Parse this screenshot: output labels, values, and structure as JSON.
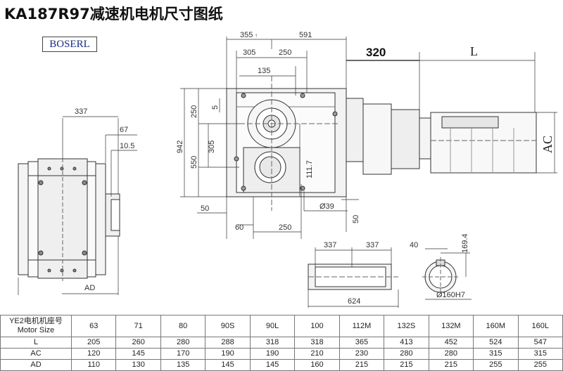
{
  "title": "KA187R97减速机电机尺寸图纸",
  "brand": "BOSERL",
  "dimensions": {
    "left_view": {
      "d337": "337",
      "d67": "67",
      "d10_5": "10.5",
      "ad": "AD"
    },
    "front_view": {
      "d355": "355",
      "d355_mark": "↑",
      "d591": "591",
      "d305": "305",
      "d250": "250",
      "d135": "135",
      "v250": "250",
      "v5": "5",
      "v942": "942",
      "v305": "305",
      "v550": "550",
      "v111_7": "111.7",
      "b50": "50",
      "b60": "60",
      "b250": "250",
      "b_dia39": "Ø39",
      "v50": "50"
    },
    "motor": {
      "d320": "320",
      "L": "L",
      "AC": "AC"
    },
    "shaft": {
      "d337a": "337",
      "d337b": "337",
      "d624": "624",
      "d40": "40",
      "v169_4": "169.4",
      "dia160": "Ø160H7"
    }
  },
  "table": {
    "header_line1": "YE2电机机座号",
    "header_line2": "Motor Size",
    "columns": [
      "63",
      "71",
      "80",
      "90S",
      "90L",
      "100",
      "112M",
      "132S",
      "132M",
      "160M",
      "160L"
    ],
    "rows": [
      {
        "label": "L",
        "values": [
          "205",
          "260",
          "280",
          "288",
          "318",
          "318",
          "365",
          "413",
          "452",
          "524",
          "547"
        ]
      },
      {
        "label": "AC",
        "values": [
          "120",
          "145",
          "170",
          "190",
          "190",
          "210",
          "230",
          "280",
          "280",
          "315",
          "315"
        ]
      },
      {
        "label": "AD",
        "values": [
          "110",
          "130",
          "135",
          "145",
          "145",
          "160",
          "215",
          "215",
          "215",
          "255",
          "255"
        ]
      }
    ]
  }
}
